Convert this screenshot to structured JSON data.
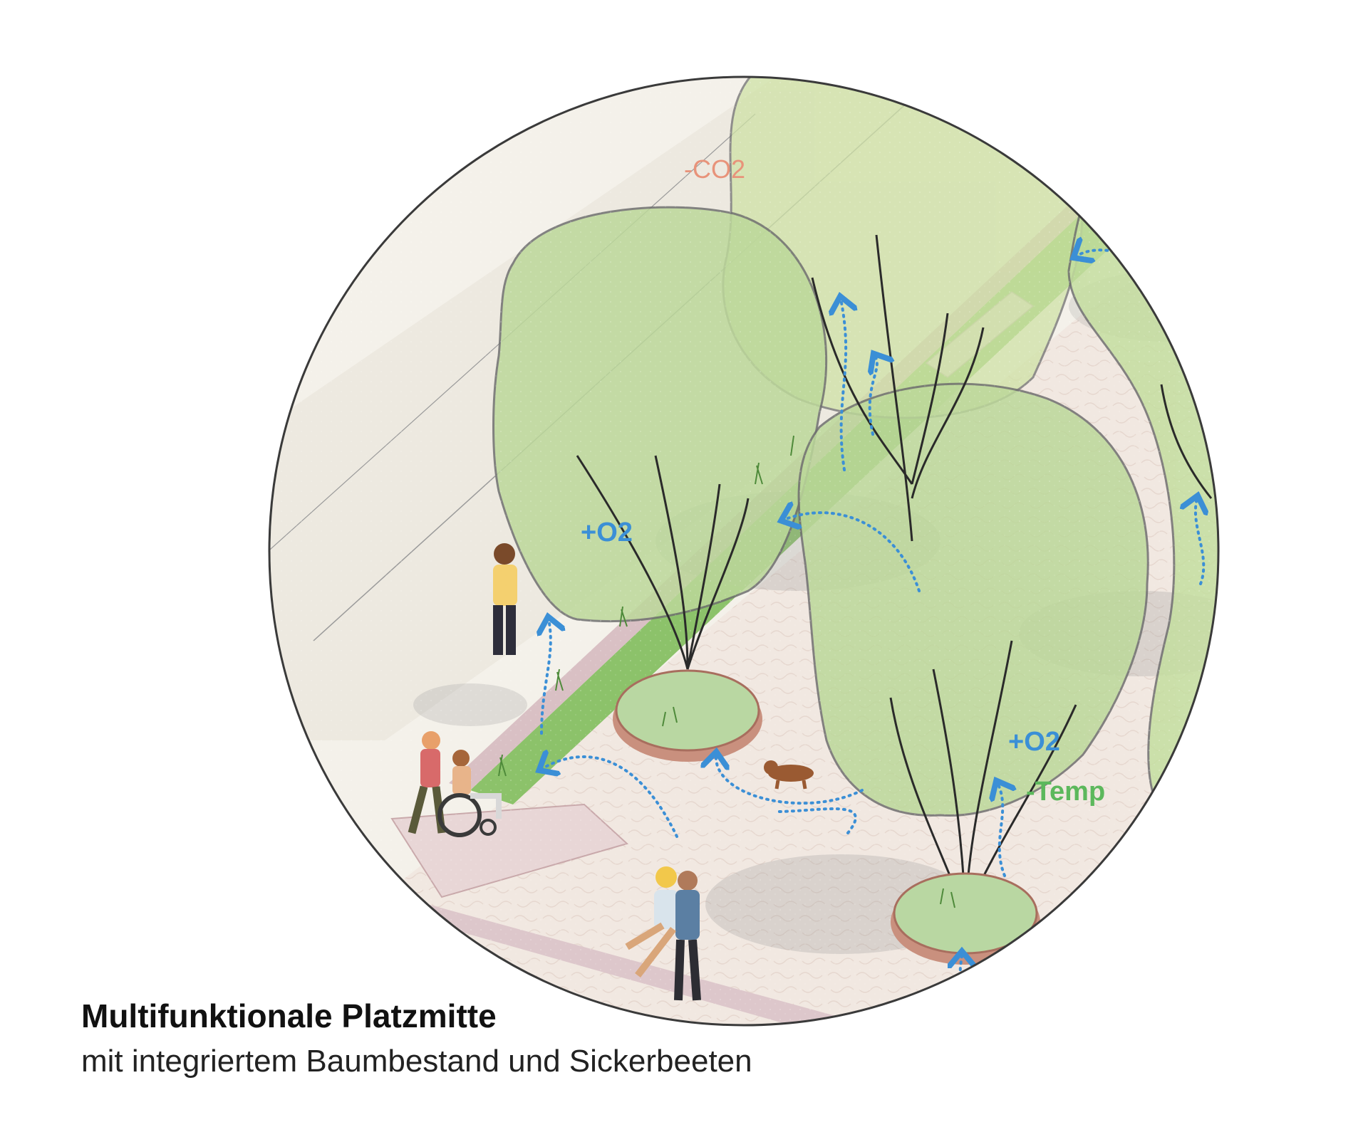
{
  "caption": {
    "title": "Multifunktionale Platzmitte",
    "subtitle": "mit integriertem Baumbestand und Sickerbeeten"
  },
  "labels": {
    "co2": "-CO2",
    "o2_left": "+O2",
    "o2_right": "+O2",
    "temp": "-Temp"
  },
  "colors": {
    "circle_outline": "#3a3a3a",
    "canopy": "#bcd89a",
    "canopy_outline": "#6f6f6f",
    "grass_strip": "#8cc26a",
    "paving": "#f1e8e1",
    "path": "#efece3",
    "planter_rim": "#c9907e",
    "arrow_blue": "#3b8fd6",
    "co2_text": "#e8937a",
    "o2_text": "#3b8fd6",
    "temp_text": "#5cb85c",
    "caption_text": "#111111"
  },
  "icons": [
    "person-standing-icon",
    "person-pushing-wheelchair-icon",
    "wheelchair-user-icon",
    "couple-hugging-icon",
    "dog-icon",
    "tree-planter-icon"
  ]
}
